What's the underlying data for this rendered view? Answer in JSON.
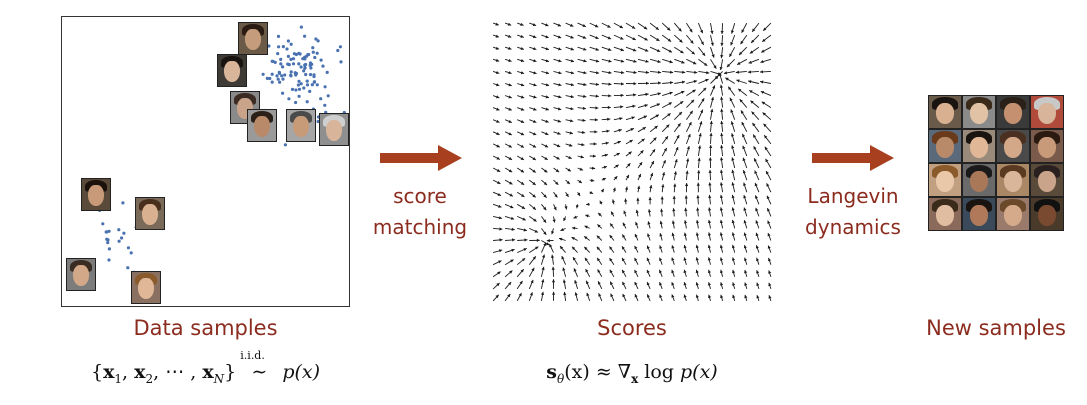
{
  "panels": {
    "data_samples": {
      "caption": "Data samples",
      "formula": "{x₁, x₂, ⋯ , x_N} ~ p(x)",
      "formula_parts": {
        "set_open": "{",
        "x": "x",
        "sub1": "1",
        "sub2": "2",
        "dots": "⋯",
        "subN": "N",
        "set_close": "}",
        "tilde": "∼",
        "iid": "i.i.d.",
        "px": "p(x)"
      }
    },
    "scores": {
      "caption": "Scores",
      "formula": "s_θ(x) ≈ ∇_x log p(x)",
      "formula_parts": {
        "s": "s",
        "theta": "θ",
        "of_x": "(x)",
        "approx": "≈",
        "nabla": "∇",
        "subx": "x",
        "log": "log",
        "px": "p(x)"
      }
    },
    "new_samples": {
      "caption": "New samples"
    }
  },
  "arrows": {
    "score_matching": {
      "line1": "score",
      "line2": "matching"
    },
    "langevin": {
      "line1": "Langevin",
      "line2": "dynamics"
    }
  },
  "colors": {
    "accent": "#8b2c1f",
    "arrow": "#a8401f",
    "points": "#4a72b0",
    "vectors": "#1a1a1a"
  },
  "icons": {
    "faces": "face-photo-icon",
    "arrows": "right-arrow-icon"
  }
}
